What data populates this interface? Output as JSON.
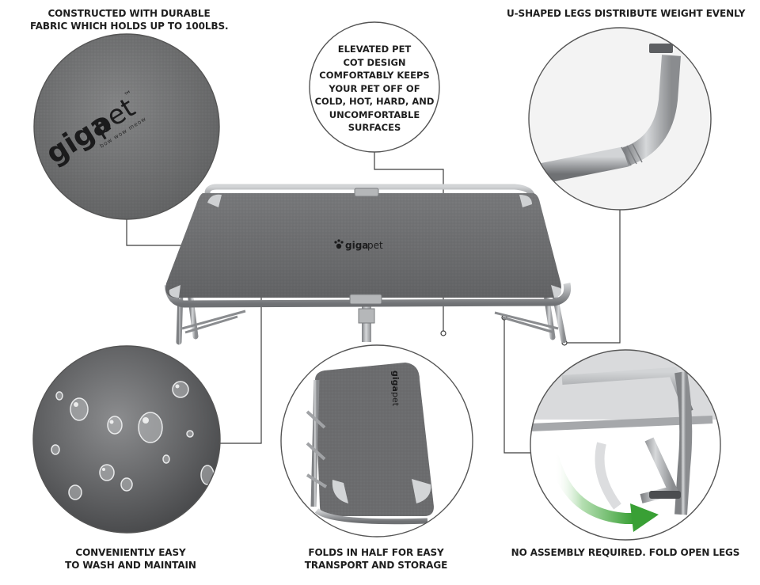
{
  "captions": {
    "fabric": [
      "CONSTRUCTED WITH DURABLE",
      "FABRIC WHICH HOLDS UP TO 100LBS."
    ],
    "legs": [
      "U-SHAPED LEGS DISTRIBUTE WEIGHT EVENLY"
    ],
    "elevated": [
      "ELEVATED PET",
      "COT DESIGN",
      "COMFORTABLY KEEPS",
      "YOUR PET OFF OF",
      "COLD, HOT, HARD, AND",
      "UNCOMFORTABLE",
      "SURFACES"
    ],
    "wash": [
      "CONVENIENTLY EASY",
      "TO WASH AND MAINTAIN"
    ],
    "folds": [
      "FOLDS IN HALF FOR EASY",
      "TRANSPORT AND STORAGE"
    ],
    "assembly": [
      "NO ASSEMBLY REQUIRED. FOLD OPEN LEGS"
    ]
  },
  "brand": {
    "name_bold": "giga",
    "name_light": "pet",
    "trademark": "™",
    "tagline": "bow wow meow"
  },
  "colors": {
    "fabric": "#6d6d6e",
    "frame": "#a9abad",
    "circle_border": "#555555",
    "connector": "#3c3c3c",
    "arrow_green": "#3ea33a",
    "text": "#1e1e1e"
  }
}
